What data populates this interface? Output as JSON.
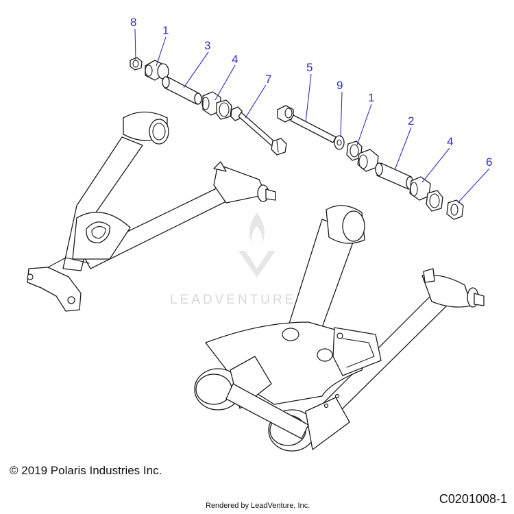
{
  "callouts": [
    {
      "id": "c8",
      "label": "8"
    },
    {
      "id": "c1a",
      "label": "1"
    },
    {
      "id": "c3",
      "label": "3"
    },
    {
      "id": "c4a",
      "label": "4"
    },
    {
      "id": "c7",
      "label": "7"
    },
    {
      "id": "c5",
      "label": "5"
    },
    {
      "id": "c9",
      "label": "9"
    },
    {
      "id": "c1b",
      "label": "1"
    },
    {
      "id": "c2",
      "label": "2"
    },
    {
      "id": "c4b",
      "label": "4"
    },
    {
      "id": "c6",
      "label": "6"
    }
  ],
  "watermark": {
    "text": "LEADVENTURE"
  },
  "footer": {
    "copyright": "© 2019 Polaris Industries Inc.",
    "rendered_by": "Rendered by LeadVenture, Inc.",
    "diagram_code": "C0201008-1"
  },
  "colors": {
    "callout": "#2b2bd6",
    "line": "#1a1a1a",
    "watermark": "#d7d7d7"
  }
}
